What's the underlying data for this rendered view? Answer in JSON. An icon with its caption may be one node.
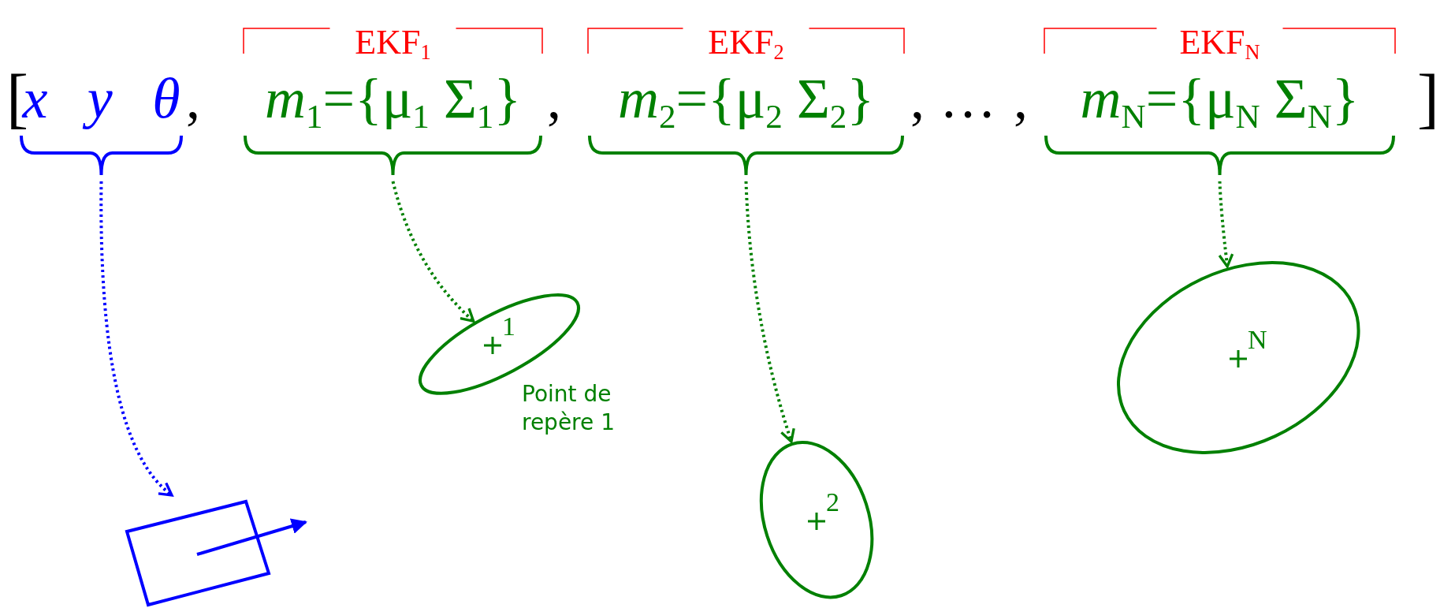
{
  "diagram": {
    "nodes": [
      {
        "text": [
          "x y θ"
        ]
      },
      {
        "text": [
          "EKF$_{1}$",
          "*m*$_{1}$={μ$_{1}$ Σ$_{1}$}"
        ]
      },
      {
        "text": [
          "EKF$_{2}$",
          "*m*$_{2}$={μ$_{2}$ Σ$_{2}$}"
        ]
      },
      {
        "text": [
          "EKF$_{N}$",
          "*m*$_{N}$={μ$_{N}$ Σ$_{N}$}"
        ]
      },
      {
        "text": [],
        "shape": "box"
      },
      {
        "text": [
          "1"
        ],
        "beside": [
          "Point de repère 1"
        ]
      },
      {
        "text": [
          "2"
        ]
      },
      {
        "text": [
          "N"
        ]
      }
    ],
    "edges": [
      {
        "from": 0,
        "to": 4,
        "arrow": "to",
        "style": "dashed",
        "color": "#0000ff"
      },
      {
        "from": 1,
        "to": 5,
        "arrow": "to",
        "style": "dashed"
      },
      {
        "from": 2,
        "to": 6,
        "arrow": "to",
        "style": "dashed"
      },
      {
        "from": 3,
        "to": 7,
        "arrow": "to",
        "style": "dashed"
      }
    ],
    "labels": [
      "[",
      ",",
      ",",
      ",",
      "…",
      ",",
      "]"
    ]
  }
}
